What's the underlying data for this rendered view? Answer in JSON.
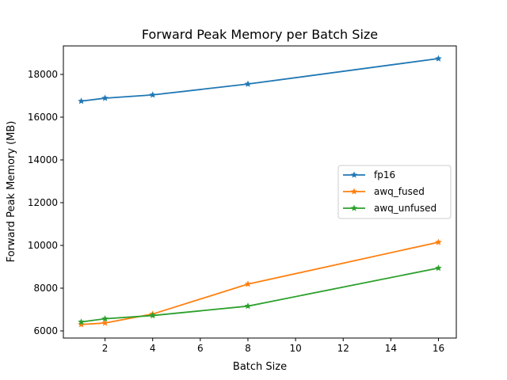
{
  "chart_data": {
    "type": "line",
    "title": "Forward Peak Memory per Batch Size",
    "xlabel": "Batch Size",
    "ylabel": "Forward Peak Memory (MB)",
    "x": [
      1,
      2,
      4,
      8,
      16
    ],
    "xlim": [
      0.25,
      16.75
    ],
    "ylim": [
      5667,
      19333
    ],
    "xticks": [
      2,
      4,
      6,
      8,
      10,
      12,
      14,
      16
    ],
    "yticks": [
      6000,
      8000,
      10000,
      12000,
      14000,
      16000,
      18000
    ],
    "grid": false,
    "legend_position": "center-right",
    "marker": "star",
    "series": [
      {
        "name": "fp16",
        "color": "#1f77b4",
        "values": [
          16750,
          16890,
          17040,
          17550,
          18740
        ]
      },
      {
        "name": "awq_fused",
        "color": "#ff7f0e",
        "values": [
          6300,
          6370,
          6790,
          8190,
          10150
        ]
      },
      {
        "name": "awq_unfused",
        "color": "#2ca02c",
        "values": [
          6420,
          6570,
          6720,
          7160,
          8940
        ]
      }
    ]
  }
}
